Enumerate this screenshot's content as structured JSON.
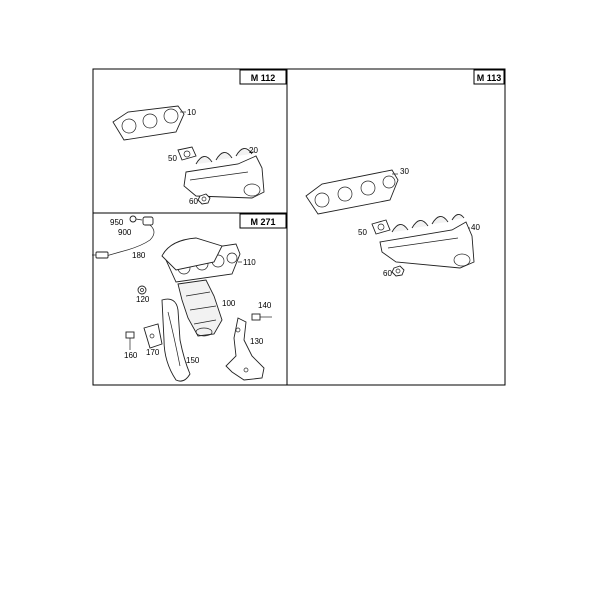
{
  "panels": {
    "m112": {
      "tag": "M 112",
      "labels": {
        "p10": "10",
        "p20": "20",
        "p50": "50",
        "p60": "60"
      }
    },
    "m113": {
      "tag": "M 113",
      "labels": {
        "p30": "30",
        "p40": "40",
        "p50": "50",
        "p60": "60"
      }
    },
    "m271": {
      "tag": "M 271",
      "labels": {
        "p950": "950",
        "p900": "900",
        "p180": "180",
        "p110": "110",
        "p120": "120",
        "p100": "100",
        "p140": "140",
        "p130": "130",
        "p160": "160",
        "p170": "170",
        "p150": "150"
      }
    }
  }
}
